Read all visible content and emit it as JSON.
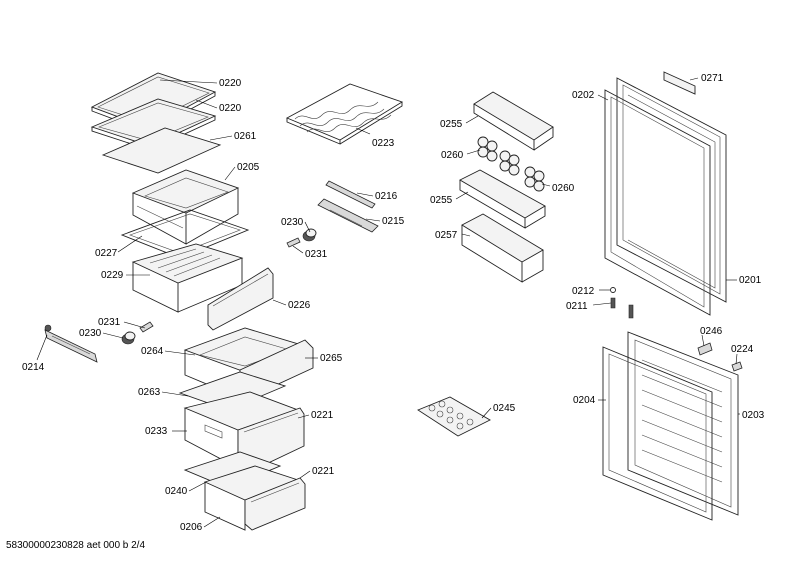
{
  "footer_text": "58300000230828 aet 000 b 2/4",
  "part_labels": {
    "p0220a": "0220",
    "p0220b": "0220",
    "p0261": "0261",
    "p0205": "0205",
    "p0227": "0227",
    "p0229": "0229",
    "p0226": "0226",
    "p0231a": "0231",
    "p0230a": "0230",
    "p0214": "0214",
    "p0264": "0264",
    "p0265": "0265",
    "p0263": "0263",
    "p0221a": "0221",
    "p0233": "0233",
    "p0240": "0240",
    "p0221b": "0221",
    "p0206": "0206",
    "p0223": "0223",
    "p0216": "0216",
    "p0230b": "0230",
    "p0215": "0215",
    "p0231b": "0231",
    "p0255a": "0255",
    "p0260a": "0260",
    "p0260b": "0260",
    "p0255b": "0255",
    "p0257": "0257",
    "p0245": "0245",
    "p0202": "0202",
    "p0271": "0271",
    "p0212": "0212",
    "p0211": "0211",
    "p0201": "0201",
    "p0246": "0246",
    "p0224": "0224",
    "p0204": "0204",
    "p0203": "0203"
  }
}
